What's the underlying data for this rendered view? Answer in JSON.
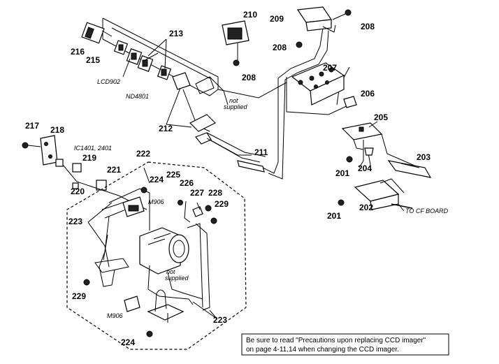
{
  "callouts": {
    "c201a": "201",
    "c201b": "201",
    "c202": "202",
    "c203": "203",
    "c204": "204",
    "c205": "205",
    "c206": "206",
    "c207": "207",
    "c208a": "208",
    "c208b": "208",
    "c208c": "208",
    "c209": "209",
    "c210": "210",
    "c211": "211",
    "c212": "212",
    "c213": "213",
    "c215": "215",
    "c216": "216",
    "c217": "217",
    "c218": "218",
    "c219": "219",
    "c220": "220",
    "c221": "221",
    "c222": "222",
    "c223a": "223",
    "c223b": "223",
    "c224a": "224",
    "c224b": "224",
    "c225": "225",
    "c226": "226",
    "c227": "227",
    "c228": "228",
    "c229a": "229",
    "c229b": "229"
  },
  "labels": {
    "lcd": "LCD902",
    "nd": "ND4801",
    "ic": "IC1401, 2401",
    "m906a": "M906",
    "m906b": "M906",
    "not_supplied_a_1": "not",
    "not_supplied_a_2": "supplied",
    "not_supplied_b_1": "not",
    "not_supplied_b_2": "supplied",
    "to_cf": "TO CF BOARD"
  },
  "note": {
    "line1": "Be sure to read \"Precautions upon replacing CCD imager\"",
    "line2": "on page 4-11,14 when changing the CCD imager."
  }
}
